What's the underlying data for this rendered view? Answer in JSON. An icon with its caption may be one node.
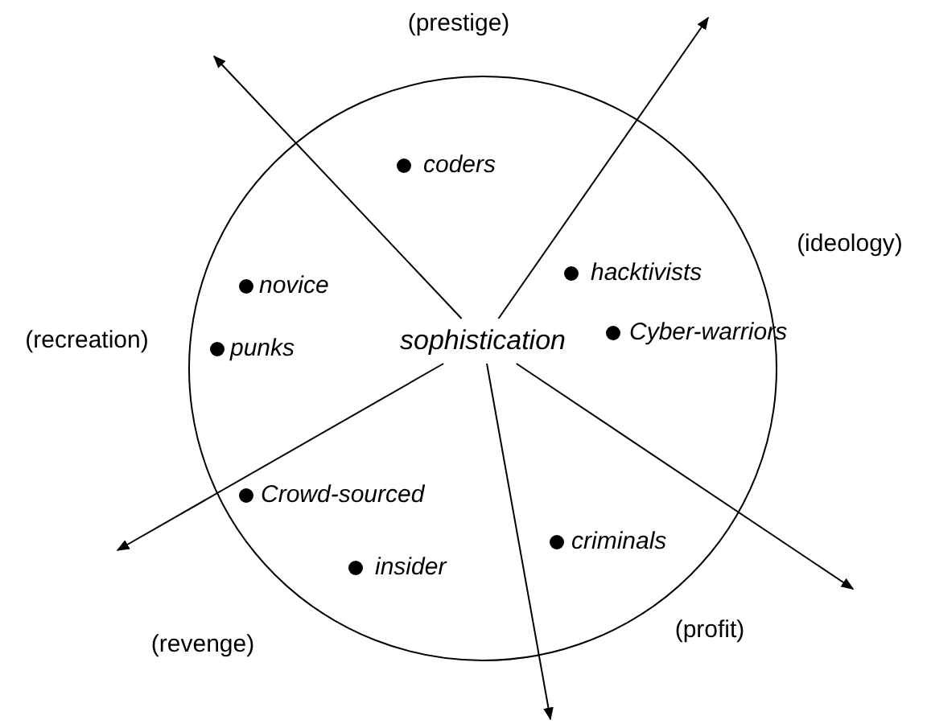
{
  "diagram": {
    "nodes": [
      {
        "text": [],
        "shape": "circle"
      },
      {
        "text": [
          "sophistication"
        ],
        "in": 0
      }
    ],
    "edges": [
      {
        "from": 1,
        "to": null,
        "arrow": "to"
      },
      {
        "from": 1,
        "to": null,
        "arrow": "to"
      },
      {
        "from": 1,
        "to": null,
        "arrow": "to"
      },
      {
        "from": 1,
        "to": null,
        "arrow": "to"
      },
      {
        "from": 1,
        "to": null,
        "arrow": "to"
      }
    ],
    "labels": [
      "(prestige)",
      "coders",
      "(ideology)",
      "novice",
      "hacktivists",
      "(recreation)",
      "punks",
      "Cyber-warriors",
      "Crowd-sourced",
      "criminals",
      "insider",
      "(revenge)",
      "(profit)"
    ]
  }
}
